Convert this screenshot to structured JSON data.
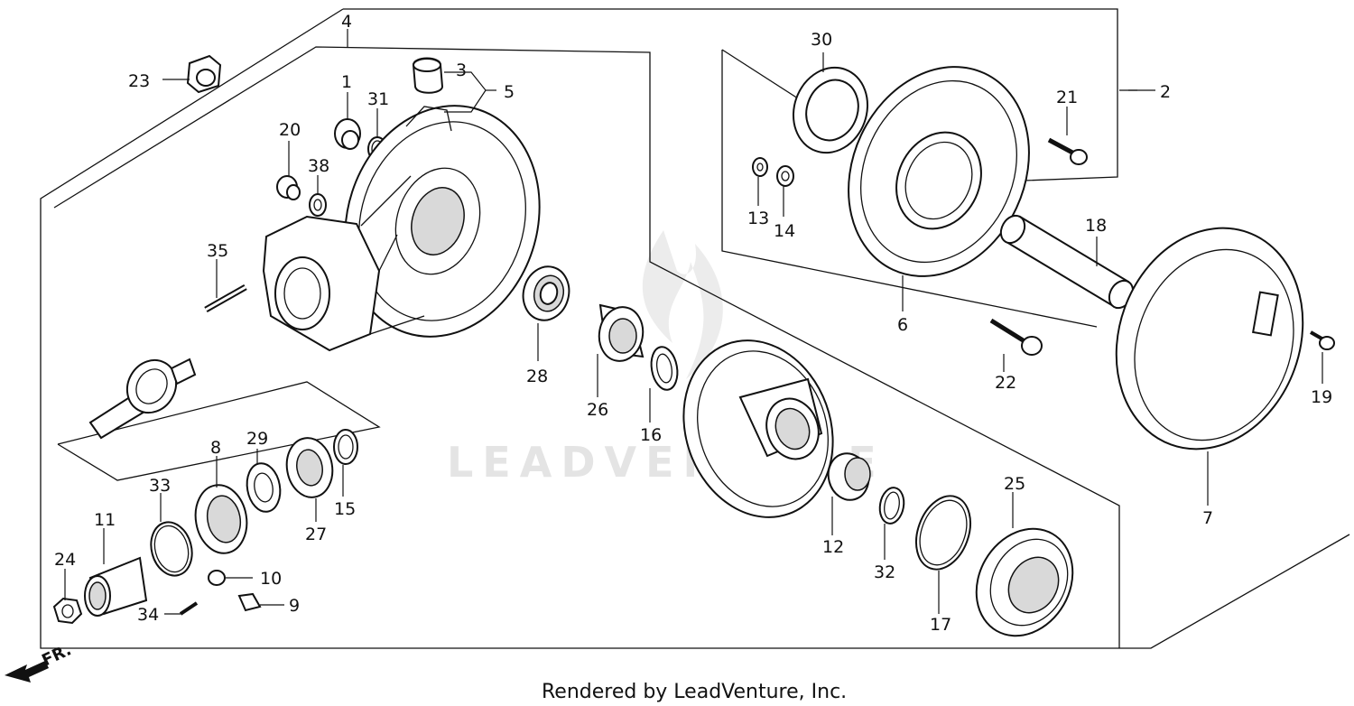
{
  "watermark": "LEADVENTURE",
  "footer": "Rendered by LeadVenture, Inc.",
  "direction_label": "FR.",
  "callouts": [
    {
      "id": "1",
      "label": "1"
    },
    {
      "id": "2",
      "label": "2"
    },
    {
      "id": "3",
      "label": "3"
    },
    {
      "id": "4",
      "label": "4"
    },
    {
      "id": "5",
      "label": "5"
    },
    {
      "id": "6",
      "label": "6"
    },
    {
      "id": "7",
      "label": "7"
    },
    {
      "id": "8",
      "label": "8"
    },
    {
      "id": "9",
      "label": "9"
    },
    {
      "id": "10",
      "label": "10"
    },
    {
      "id": "11",
      "label": "11"
    },
    {
      "id": "12",
      "label": "12"
    },
    {
      "id": "13",
      "label": "13"
    },
    {
      "id": "14",
      "label": "14"
    },
    {
      "id": "15",
      "label": "15"
    },
    {
      "id": "16",
      "label": "16"
    },
    {
      "id": "17",
      "label": "17"
    },
    {
      "id": "18",
      "label": "18"
    },
    {
      "id": "19",
      "label": "19"
    },
    {
      "id": "20",
      "label": "20"
    },
    {
      "id": "21",
      "label": "21"
    },
    {
      "id": "22",
      "label": "22"
    },
    {
      "id": "23",
      "label": "23"
    },
    {
      "id": "24",
      "label": "24"
    },
    {
      "id": "25",
      "label": "25"
    },
    {
      "id": "26",
      "label": "26"
    },
    {
      "id": "27",
      "label": "27"
    },
    {
      "id": "28",
      "label": "28"
    },
    {
      "id": "29",
      "label": "29"
    },
    {
      "id": "30",
      "label": "30"
    },
    {
      "id": "31",
      "label": "31"
    },
    {
      "id": "32",
      "label": "32"
    },
    {
      "id": "33",
      "label": "33"
    },
    {
      "id": "34",
      "label": "34"
    },
    {
      "id": "35",
      "label": "35"
    },
    {
      "id": "38",
      "label": "38"
    }
  ]
}
